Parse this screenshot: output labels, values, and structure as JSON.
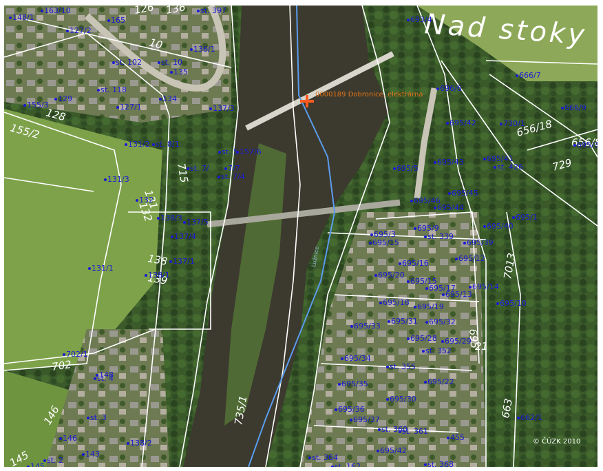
{
  "map": {
    "area_name": "Nad stoky",
    "site": {
      "name": "0000189 Dobronice, elektrárna"
    },
    "copyright": "© ČÚZK 2010",
    "river_label": "Lužnice",
    "colors": {
      "parcel_label": "#1a1ad6",
      "boundary": "#ffffff",
      "watercourse": "#5b9cf0",
      "site_marker": "#ff5a1f",
      "river_water": "#3c3a2e",
      "field": "#7ea24a",
      "forest": "#304a22"
    },
    "parcel_labels": [
      "163/10",
      "148/1",
      "127/2",
      "165",
      "st. 397",
      "693/4",
      "st. 102",
      "st. 10",
      "136/1",
      "135",
      "st. 118",
      "134",
      "129",
      "155/3",
      "127/1",
      "137/3",
      "696/6",
      "666/7",
      "666/9",
      "695/42",
      "730/1",
      "131/2",
      "st. 8/1",
      "st. 5",
      "157/6",
      "st. 7/",
      "7/7",
      "st. 7/4",
      "695/5",
      "695/43",
      "695/41",
      "st. 426",
      "695/3",
      "131/3",
      "132",
      "695/45",
      "695/46",
      "695/44",
      "695/1",
      "138/3",
      "137/5",
      "137/4",
      "137/1",
      "138/1",
      "131/1",
      "695/3",
      "695/15",
      "695/9",
      "st. 339",
      "695/40",
      "695/39",
      "695/16",
      "695/12",
      "695/20",
      "695/15",
      "695/17",
      "695/14",
      "695/13",
      "695/19",
      "695/18",
      "695/10",
      "695/33",
      "695/31",
      "695/32",
      "695/28",
      "695/29",
      "695/34",
      "695/35",
      "695/36",
      "695/37",
      "695/30",
      "695/22",
      "695/42",
      "st. 355",
      "st. 352",
      "st. 360",
      "st. 361",
      "455",
      "702/1",
      "148",
      "st. 4",
      "st. 3",
      "138/2",
      "146",
      "st. 2",
      "143",
      "145",
      "st. 364",
      "st. 162",
      "st. 368",
      "662/1"
    ],
    "plan_numbers": [
      "126",
      "136",
      "10",
      "128",
      "155/2",
      "715",
      "131",
      "132",
      "138",
      "139",
      "702",
      "145",
      "146",
      "695",
      "21",
      "729",
      "7013",
      "663",
      "735/1",
      "656/18",
      "656/8"
    ]
  }
}
